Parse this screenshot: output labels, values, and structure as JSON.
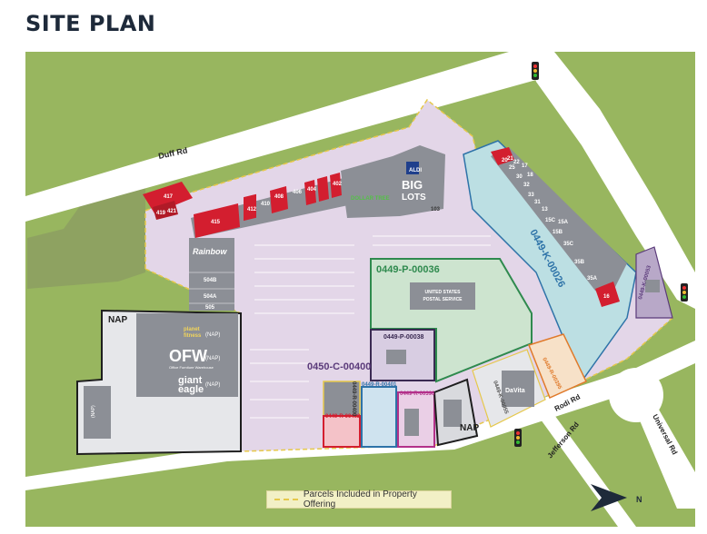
{
  "title": "SITE PLAN",
  "roads": {
    "duff": "Duff Rd",
    "rodi": "Rodi Rd",
    "jefferson": "Jefferson Rd",
    "universal": "Universal Rd"
  },
  "parcels": {
    "p36": "0449-P-00036",
    "p38": "0449-P-00038",
    "c400": "0450-C-00400",
    "k26": "0449-K-00026",
    "r401": "0449-R-00401",
    "r402": "0449-R-00402",
    "r396": "0449-R-00396",
    "r400": "0449-R-00400",
    "r395": "0449-R-00395",
    "k53": "0449-K-00053",
    "k55": "0449-K-00055"
  },
  "nap": {
    "a": "NAP",
    "b": "NAP"
  },
  "tenants": {
    "aldi": "ALDI",
    "biglots_1": "BIG",
    "biglots_2": "LOTS",
    "dollartree": "DOLLAR TREE",
    "usps_1": "UNITED STATES",
    "usps_2": "POSTAL SERVICE",
    "rainbow": "Rainbow",
    "ofw": "OFW",
    "ofw_nap": "(NAP)",
    "ofw_sub": "Office Furniture Warehouse",
    "giant_1": "giant",
    "giant_2": "eagle",
    "giant_nap": "(NAP)",
    "planet_1": "planet",
    "planet_2": "fitness",
    "planet_nap": "(NAP)",
    "davita": "DaVita",
    "nap_small": "(NAP)"
  },
  "units": [
    "417",
    "419",
    "421",
    "415",
    "412",
    "410",
    "408",
    "406",
    "404",
    "402",
    "103",
    "504B",
    "504A",
    "505",
    "35C",
    "35B",
    "35A",
    "15C",
    "15B",
    "15A",
    "13",
    "31",
    "33",
    "32",
    "30",
    "25",
    "18",
    "17",
    "16",
    "20",
    "21",
    "22"
  ],
  "legend": "Parcels Included in Property Offering",
  "north": "N",
  "colors": {
    "grass": "#98b65f",
    "road": "#ffffff",
    "lot_lilac": "#e3d6e8",
    "lot_gray": "#cfd2d6",
    "building": "#8c8f96",
    "red_unit": "#d31e2f",
    "parcel_green": "#2f8a4e",
    "parcel_blue": "#2e73a8",
    "parcel_purple": "#5a3a7a",
    "nap_border": "#1e1e1e"
  }
}
